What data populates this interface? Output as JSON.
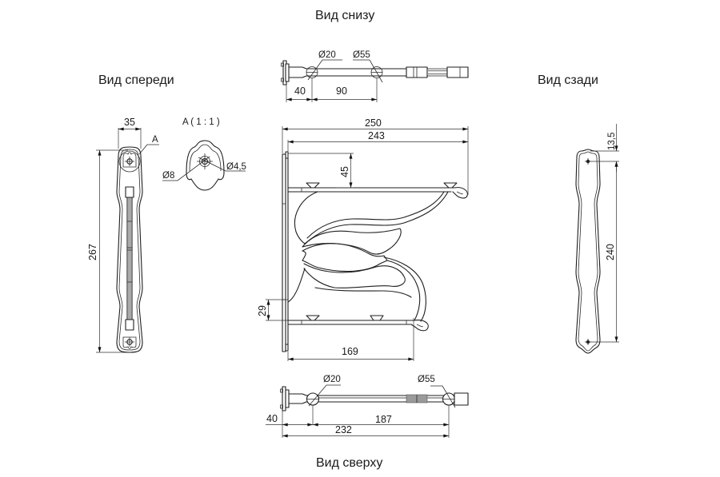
{
  "views": {
    "bottom": {
      "title": "Вид снизу",
      "dimensions": {
        "d20": "Ø20",
        "d55": "Ø55",
        "len40": "40",
        "len90": "90"
      }
    },
    "front": {
      "title": "Вид спереди",
      "dimensions": {
        "width35": "35",
        "height267": "267"
      },
      "detail_callout": "A"
    },
    "detail": {
      "title": "A ( 1 : 1 )",
      "dimensions": {
        "d8": "Ø8",
        "d4_5": "Ø4,5"
      }
    },
    "side": {
      "dimensions": {
        "len250": "250",
        "len243": "243",
        "h45": "45",
        "h29": "29",
        "len169": "169"
      }
    },
    "back": {
      "title": "Вид сзади",
      "dimensions": {
        "h13_5": "13,5",
        "h240": "240"
      }
    },
    "top": {
      "title": "Вид сверху",
      "dimensions": {
        "d20": "Ø20",
        "d55": "Ø55",
        "len40": "40",
        "len187": "187",
        "len232": "232"
      }
    }
  },
  "colors": {
    "line": "#1e1e1e",
    "text": "#1a1a1a",
    "secondary_line": "#8a8a8a",
    "background": "#ffffff"
  }
}
